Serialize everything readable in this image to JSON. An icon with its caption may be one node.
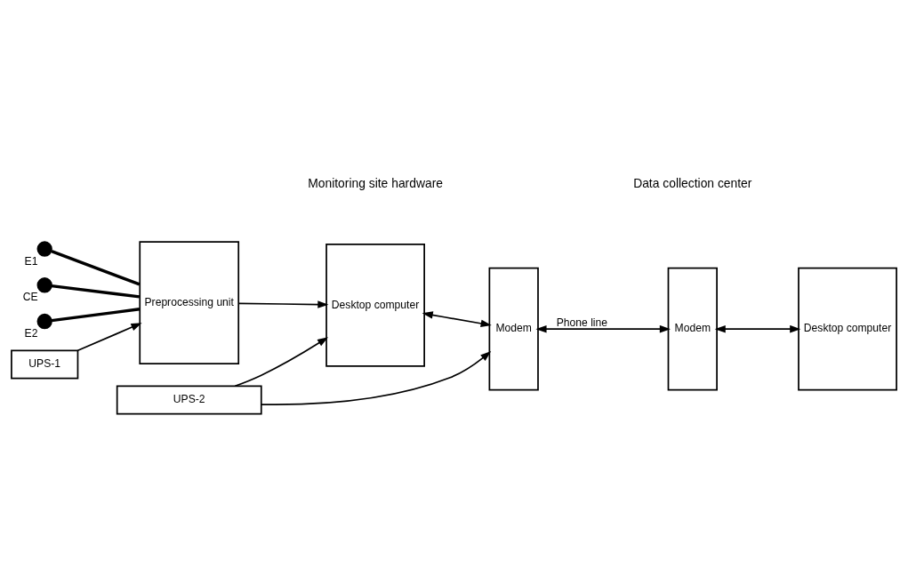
{
  "diagram": {
    "nodes": [
      {
        "text": [],
        "shape": "circle",
        "beside": [
          "E1"
        ]
      },
      {
        "text": [],
        "shape": "circle",
        "beside": [
          "CE"
        ]
      },
      {
        "text": [],
        "shape": "circle",
        "beside": [
          "E2"
        ]
      },
      {
        "text": [
          "Preprocessing unit"
        ]
      },
      {
        "text": [
          "Desktop computer"
        ]
      },
      {
        "text": [
          "Modem"
        ]
      },
      {
        "text": [
          "Modem"
        ]
      },
      {
        "text": [
          "Desktop computer"
        ]
      },
      {
        "text": [
          "UPS-1"
        ]
      },
      {
        "text": [
          "UPS-2"
        ]
      }
    ],
    "edges": [
      {
        "from": 0,
        "to": 3,
        "arrow": "none",
        "style": "thick"
      },
      {
        "from": 1,
        "to": 3,
        "arrow": "none",
        "style": "thick"
      },
      {
        "from": 2,
        "to": 3,
        "arrow": "none",
        "style": "thick"
      },
      {
        "from": 3,
        "to": 4,
        "arrow": "to"
      },
      {
        "from": 4,
        "to": 5,
        "arrow": "both"
      },
      {
        "from": 5,
        "to": 6,
        "arrow": "both",
        "label": "Phone line"
      },
      {
        "from": 6,
        "to": 7,
        "arrow": "both"
      },
      {
        "from": 8,
        "to": 3,
        "arrow": "to"
      },
      {
        "from": 9,
        "to": 4,
        "arrow": "to"
      },
      {
        "from": 9,
        "to": 5,
        "arrow": "to"
      }
    ],
    "labels": [
      "Monitoring site hardware",
      "Data collection center"
    ]
  }
}
